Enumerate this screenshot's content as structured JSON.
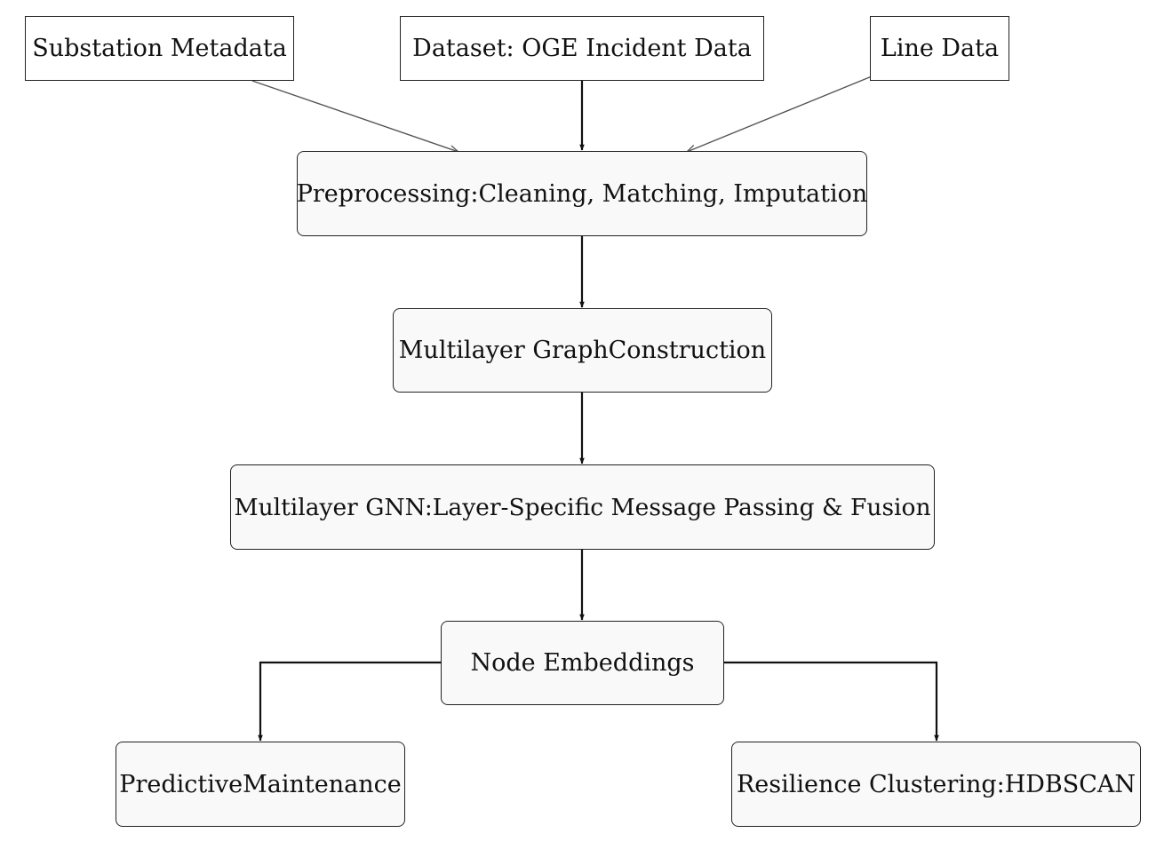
{
  "diagram": {
    "sources": {
      "substation": "Substation Metadata",
      "dataset": "Dataset: OGE Incident Data",
      "line": "Line Data"
    },
    "steps": {
      "preprocessing": "Preprocessing:Cleaning, Matching, Imputation",
      "graph_construction": "Multilayer GraphConstruction",
      "gnn": "Multilayer GNN:Layer-Specific Message Passing & Fusion",
      "embeddings": "Node Embeddings"
    },
    "outputs": {
      "predictive": "PredictiveMaintenance",
      "resilience": "Resilience Clustering:HDBSCAN"
    },
    "edges": [
      {
        "from": "substation",
        "to": "preprocessing",
        "style": "thin"
      },
      {
        "from": "dataset",
        "to": "preprocessing",
        "style": "bold"
      },
      {
        "from": "line",
        "to": "preprocessing",
        "style": "thin"
      },
      {
        "from": "preprocessing",
        "to": "graph_construction",
        "style": "bold"
      },
      {
        "from": "graph_construction",
        "to": "gnn",
        "style": "bold"
      },
      {
        "from": "gnn",
        "to": "embeddings",
        "style": "bold"
      },
      {
        "from": "embeddings",
        "to": "predictive",
        "style": "bold-elbow"
      },
      {
        "from": "embeddings",
        "to": "resilience",
        "style": "bold-elbow"
      }
    ],
    "colors": {
      "node_fill": "#f9f9f9",
      "stroke": "#222222",
      "thin_arrow": "#555555"
    }
  }
}
